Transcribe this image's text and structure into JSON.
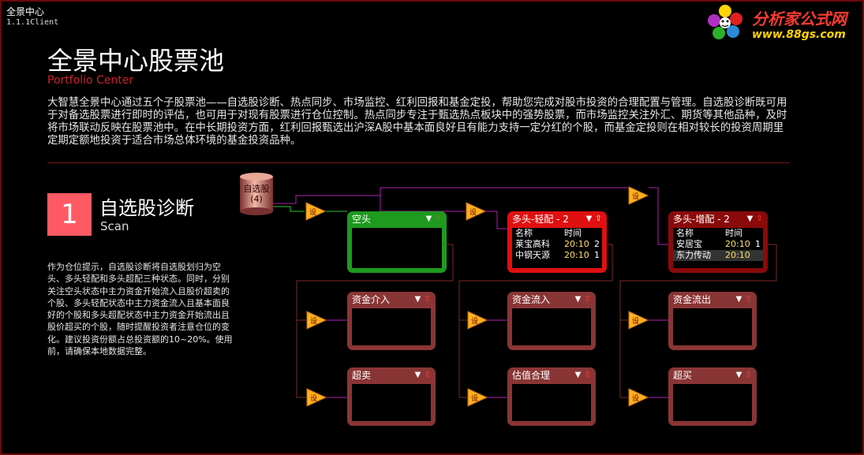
{
  "app": {
    "name": "全景中心",
    "version": "1.1.1Client"
  },
  "logo": {
    "line1": "分析家公式网",
    "line2": "www.88gs.com"
  },
  "page": {
    "title": "全景中心股票池",
    "subtitle": "Portfolio Center",
    "intro": "大智慧全景中心通过五个子股票池——自选股诊断、热点同步、市场监控、红利回报和基金定投，帮助您完成对股市投资的合理配置与管理。自选股诊断既可用于对备选股票进行即时的评估，也可用于对现有股票进行仓位控制。热点同步专注于甄选热点板块中的强势股票，而市场监控关注外汇、期货等其他品种，及时将市场联动反映在股票池中。在中长期投资方面，红利回报甄选出沪深A股中基本面良好且有能力支持一定分红的个股，而基金定投则在相对较长的投资周期里定期定额地投资于适合市场总体环境的基金投资品种。"
  },
  "section": {
    "number": "1",
    "title": "自选股诊断",
    "subtitle": "Scan",
    "desc": "作为仓位提示，自选股诊断将自选股划归为空头、多头轻配和多头超配三种状态。同时，分别关注空头状态中主力资金开始流入且股价超卖的个股、多头轻配状态中主力资金流入且基本面良好的个股和多头超配状态中主力资金开始流出且股价超买的个股，随时提醒投资者注意仓位的变化。建议投资份额占总投资额的10~20%。使用前，请确保本地数据完整。"
  },
  "source": {
    "label": "自选股",
    "count": "(4)"
  },
  "setting_label": "设",
  "colors": {
    "green": "#1e9a1e",
    "red": "#e01010",
    "dark_red": "#8a0a0a",
    "brown": "#8a3535",
    "triangle": "#ffb020",
    "line_green": "#2fc02f",
    "line_purple": "#b01eb0",
    "line_maroon": "#7a2a2a"
  },
  "panels": [
    {
      "id": "kongtou",
      "title": "空头",
      "style": "green",
      "rows": []
    },
    {
      "id": "duotou-qingpei",
      "title": "多头-轻配 - 2",
      "style": "red",
      "headers": [
        "名称",
        "时间"
      ],
      "rows": [
        {
          "name": "莱宝高科",
          "time": "20:10",
          "extra": "2"
        },
        {
          "name": "中钢天源",
          "time": "20:10",
          "extra": "1"
        }
      ]
    },
    {
      "id": "duotou-zengpei",
      "title": "多头-增配 - 2",
      "style": "dark",
      "headers": [
        "名称",
        "时间"
      ],
      "rows": [
        {
          "name": "安居宝",
          "time": "20:10",
          "extra": "1"
        },
        {
          "name": "东力传动",
          "time": "20:10",
          "extra": ""
        }
      ]
    },
    {
      "id": "zijin-jieru",
      "title": "资金介入",
      "style": "brown",
      "rows": []
    },
    {
      "id": "zijin-liuru",
      "title": "资金流入",
      "style": "brown",
      "rows": []
    },
    {
      "id": "zijin-liuchu",
      "title": "资金流出",
      "style": "brown",
      "rows": []
    },
    {
      "id": "chaomai-sell",
      "title": "超卖",
      "style": "brown",
      "rows": []
    },
    {
      "id": "guzhi-heli",
      "title": "估值合理",
      "style": "brown",
      "rows": []
    },
    {
      "id": "chaomai-buy",
      "title": "超买",
      "style": "brown",
      "rows": []
    }
  ],
  "icons": {
    "dropdown": "dropdown-icon",
    "up": "up-arrow-icon",
    "database": "database-icon",
    "filter": "filter-triangle-icon"
  }
}
